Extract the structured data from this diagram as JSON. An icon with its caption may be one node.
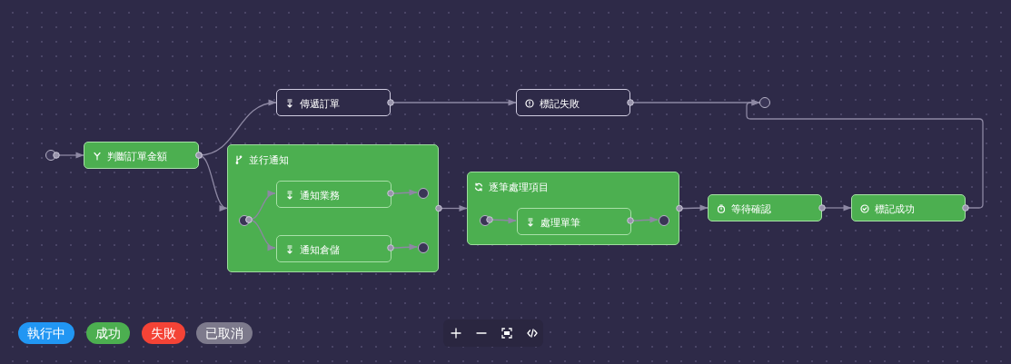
{
  "diagram": {
    "nodes": [
      {
        "text": [],
        "shape": "circle"
      },
      {
        "text": [
          "判斷訂單金額"
        ]
      },
      {
        "text": [
          "傳遞訂單"
        ]
      },
      {
        "text": [
          "並行通知"
        ]
      },
      {
        "text": [],
        "shape": "circle",
        "in": 3
      },
      {
        "text": [
          "通知業務"
        ],
        "in": 3
      },
      {
        "text": [],
        "shape": "circle",
        "in": 3
      },
      {
        "text": [
          "通知倉儲"
        ],
        "in": 3
      },
      {
        "text": [],
        "shape": "circle",
        "in": 3
      },
      {
        "text": [
          "標記失敗"
        ]
      },
      {
        "text": [],
        "shape": "circle"
      },
      {
        "text": [
          "逐筆處理項目"
        ]
      },
      {
        "text": [],
        "shape": "circle",
        "in": 11
      },
      {
        "text": [
          "處理單筆"
        ],
        "in": 11
      },
      {
        "text": [],
        "shape": "circle",
        "in": 11
      },
      {
        "text": [
          "等待確認"
        ]
      },
      {
        "text": [
          "標記成功"
        ]
      }
    ],
    "edges": [
      {
        "from": 0,
        "to": 1,
        "arrow": "to"
      },
      {
        "from": 1,
        "to": 2,
        "arrow": "to"
      },
      {
        "from": 1,
        "to": 3,
        "arrow": "to"
      },
      {
        "from": 2,
        "to": 9,
        "arrow": "to"
      },
      {
        "from": 9,
        "to": 10,
        "arrow": "to"
      },
      {
        "from": 4,
        "to": 5,
        "arrow": "to"
      },
      {
        "from": 4,
        "to": 7,
        "arrow": "to"
      },
      {
        "from": 5,
        "to": 6,
        "arrow": "to"
      },
      {
        "from": 7,
        "to": 8,
        "arrow": "to"
      },
      {
        "from": 3,
        "to": 11,
        "arrow": "to"
      },
      {
        "from": 12,
        "to": 13,
        "arrow": "to"
      },
      {
        "from": 13,
        "to": 14,
        "arrow": "to"
      },
      {
        "from": 11,
        "to": 15,
        "arrow": "to"
      },
      {
        "from": 15,
        "to": 16,
        "arrow": "to"
      },
      {
        "from": 16,
        "to": 10,
        "arrow": "to"
      }
    ],
    "legend": [
      {
        "text": "執行中",
        "color": "#2196f3"
      },
      {
        "text": "成功",
        "color": "#4caf50"
      },
      {
        "text": "失敗",
        "color": "#f44336"
      },
      {
        "text": "已取消",
        "color": "#7d7a8c"
      }
    ]
  }
}
